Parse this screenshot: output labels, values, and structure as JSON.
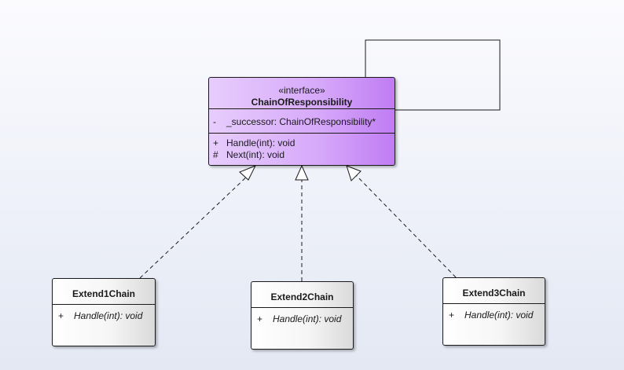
{
  "interface": {
    "stereotype": "«interface»",
    "name": "ChainOfResponsibility",
    "attributes": [
      {
        "visibility": "-",
        "text": "_successor: ChainOfResponsibility*"
      }
    ],
    "operations": [
      {
        "visibility": "+",
        "text": "Handle(int): void"
      },
      {
        "visibility": "#",
        "text": "Next(int): void"
      }
    ],
    "fill_color": "#d6a8fa"
  },
  "classes": [
    {
      "name": "Extend1Chain",
      "operations": [
        {
          "visibility": "+",
          "text": "Handle(int): void",
          "abstract": true
        }
      ]
    },
    {
      "name": "Extend2Chain",
      "operations": [
        {
          "visibility": "+",
          "text": "Handle(int): void",
          "abstract": true
        }
      ]
    },
    {
      "name": "Extend3Chain",
      "operations": [
        {
          "visibility": "+",
          "text": "Handle(int): void",
          "abstract": true
        }
      ]
    }
  ],
  "relationships": [
    {
      "type": "realization",
      "from": "Extend1Chain",
      "to": "ChainOfResponsibility"
    },
    {
      "type": "realization",
      "from": "Extend2Chain",
      "to": "ChainOfResponsibility"
    },
    {
      "type": "realization",
      "from": "Extend3Chain",
      "to": "ChainOfResponsibility"
    },
    {
      "type": "association",
      "from": "ChainOfResponsibility",
      "to": "ChainOfResponsibility",
      "note": "self-association"
    }
  ]
}
